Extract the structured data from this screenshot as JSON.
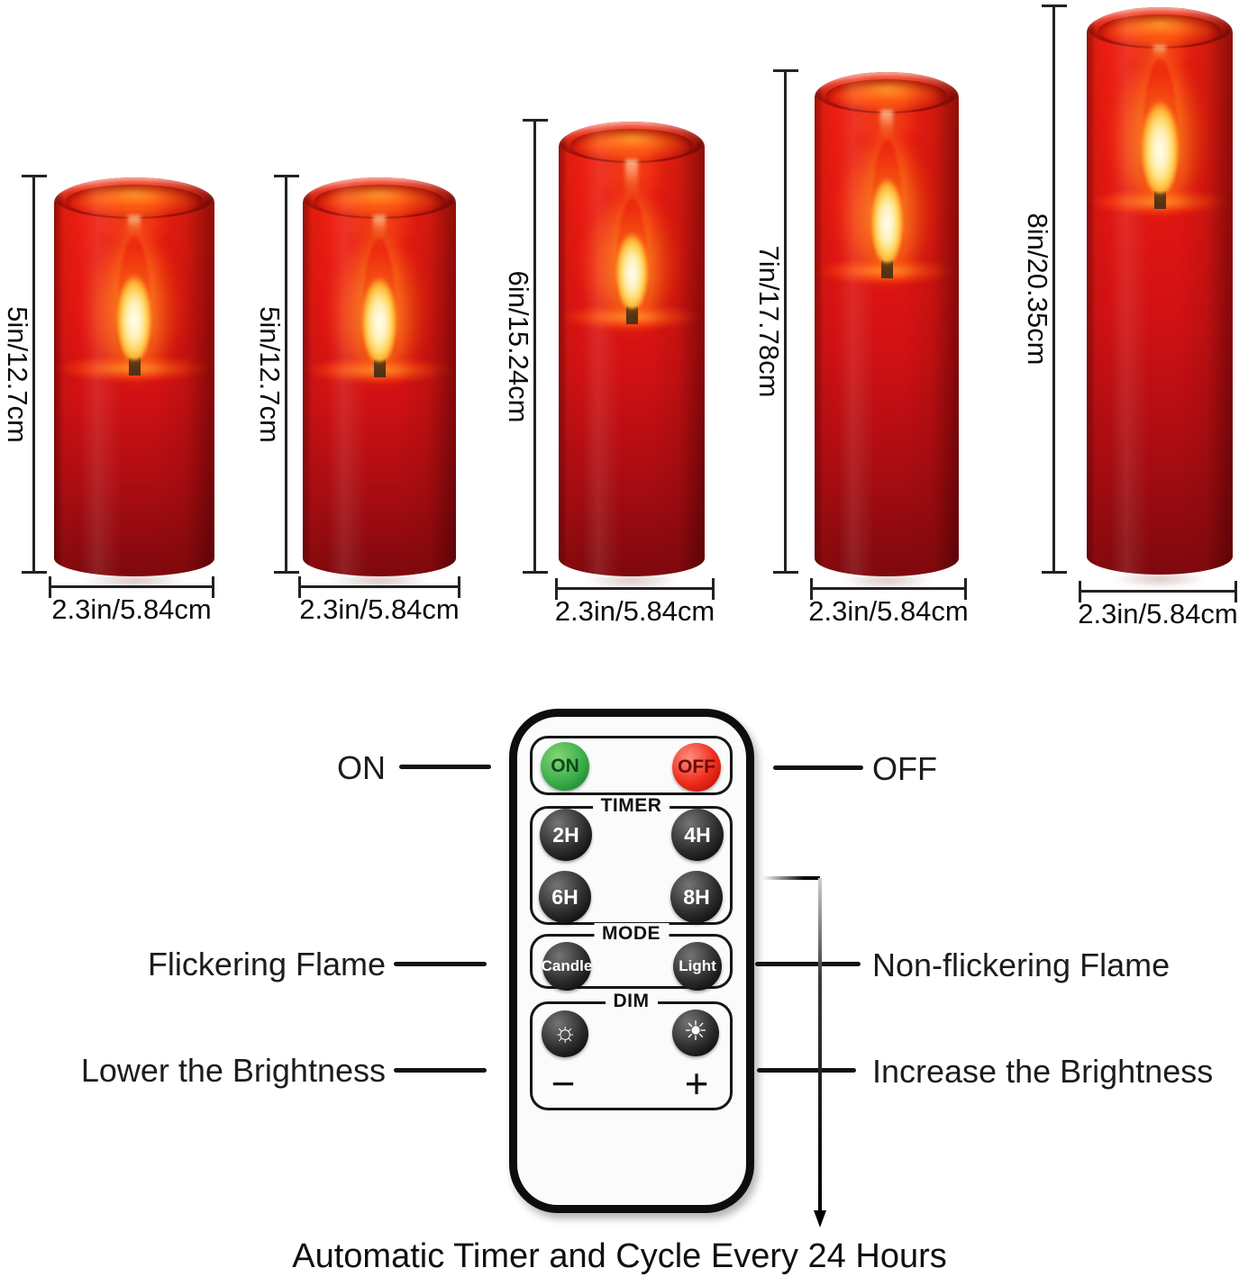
{
  "candles": [
    {
      "height_label": "5in/12.7cm",
      "width_label": "2.3in/5.84cm"
    },
    {
      "height_label": "5in/12.7cm",
      "width_label": "2.3in/5.84cm"
    },
    {
      "height_label": "6in/15.24cm",
      "width_label": "2.3in/5.84cm"
    },
    {
      "height_label": "7in/17.78cm",
      "width_label": "2.3in/5.84cm"
    },
    {
      "height_label": "8in/20.35cm",
      "width_label": "2.3in/5.84cm"
    }
  ],
  "remote": {
    "power": {
      "on": "ON",
      "off": "OFF"
    },
    "timer": {
      "label": "TIMER",
      "buttons": [
        "2H",
        "4H",
        "6H",
        "8H"
      ]
    },
    "mode": {
      "label": "MODE",
      "buttons": [
        "Candle",
        "Light"
      ]
    },
    "dim": {
      "label": "DIM",
      "low_glyph": "☼",
      "high_glyph": "☀",
      "minus": "−",
      "plus": "+"
    }
  },
  "callouts": {
    "on": "ON",
    "off": "OFF",
    "flicker": "Flickering Flame",
    "nonflicker": "Non-flickering Flame",
    "lower": "Lower the Brightness",
    "increase": "Increase the Brightness"
  },
  "caption": "Automatic Timer and Cycle Every 24 Hours",
  "colors": {
    "candle_red": "#d11114",
    "flame_yellow": "#ffd96a",
    "on_button_green": "#3aaf4a",
    "off_button_red": "#ee2c1c",
    "remote_body": "#fbfbfb",
    "line_black": "#131313"
  }
}
